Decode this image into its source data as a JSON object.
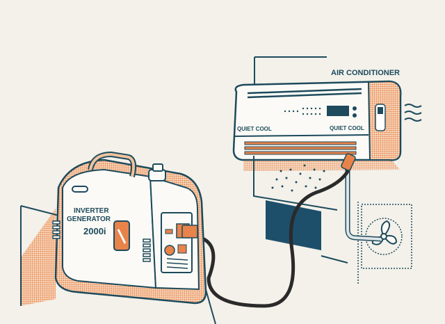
{
  "illustration": {
    "subject": "Portable inverter generator powering a wall-mounted air conditioner",
    "air_conditioner": {
      "title": "AIR CONDITIONER",
      "left_label": "QUIET COOL",
      "right_label": "QUIET COOL"
    },
    "generator": {
      "line1": "INVERTER",
      "line2": "GENERATOR",
      "model": "2000i"
    },
    "colors": {
      "background": "#f3f1ea",
      "ink": "#1d4a5c",
      "accent_orange": "#e8834a",
      "tan": "#efc39e",
      "cord": "#2a2a2a",
      "window_blue": "#1d4f6b"
    }
  }
}
